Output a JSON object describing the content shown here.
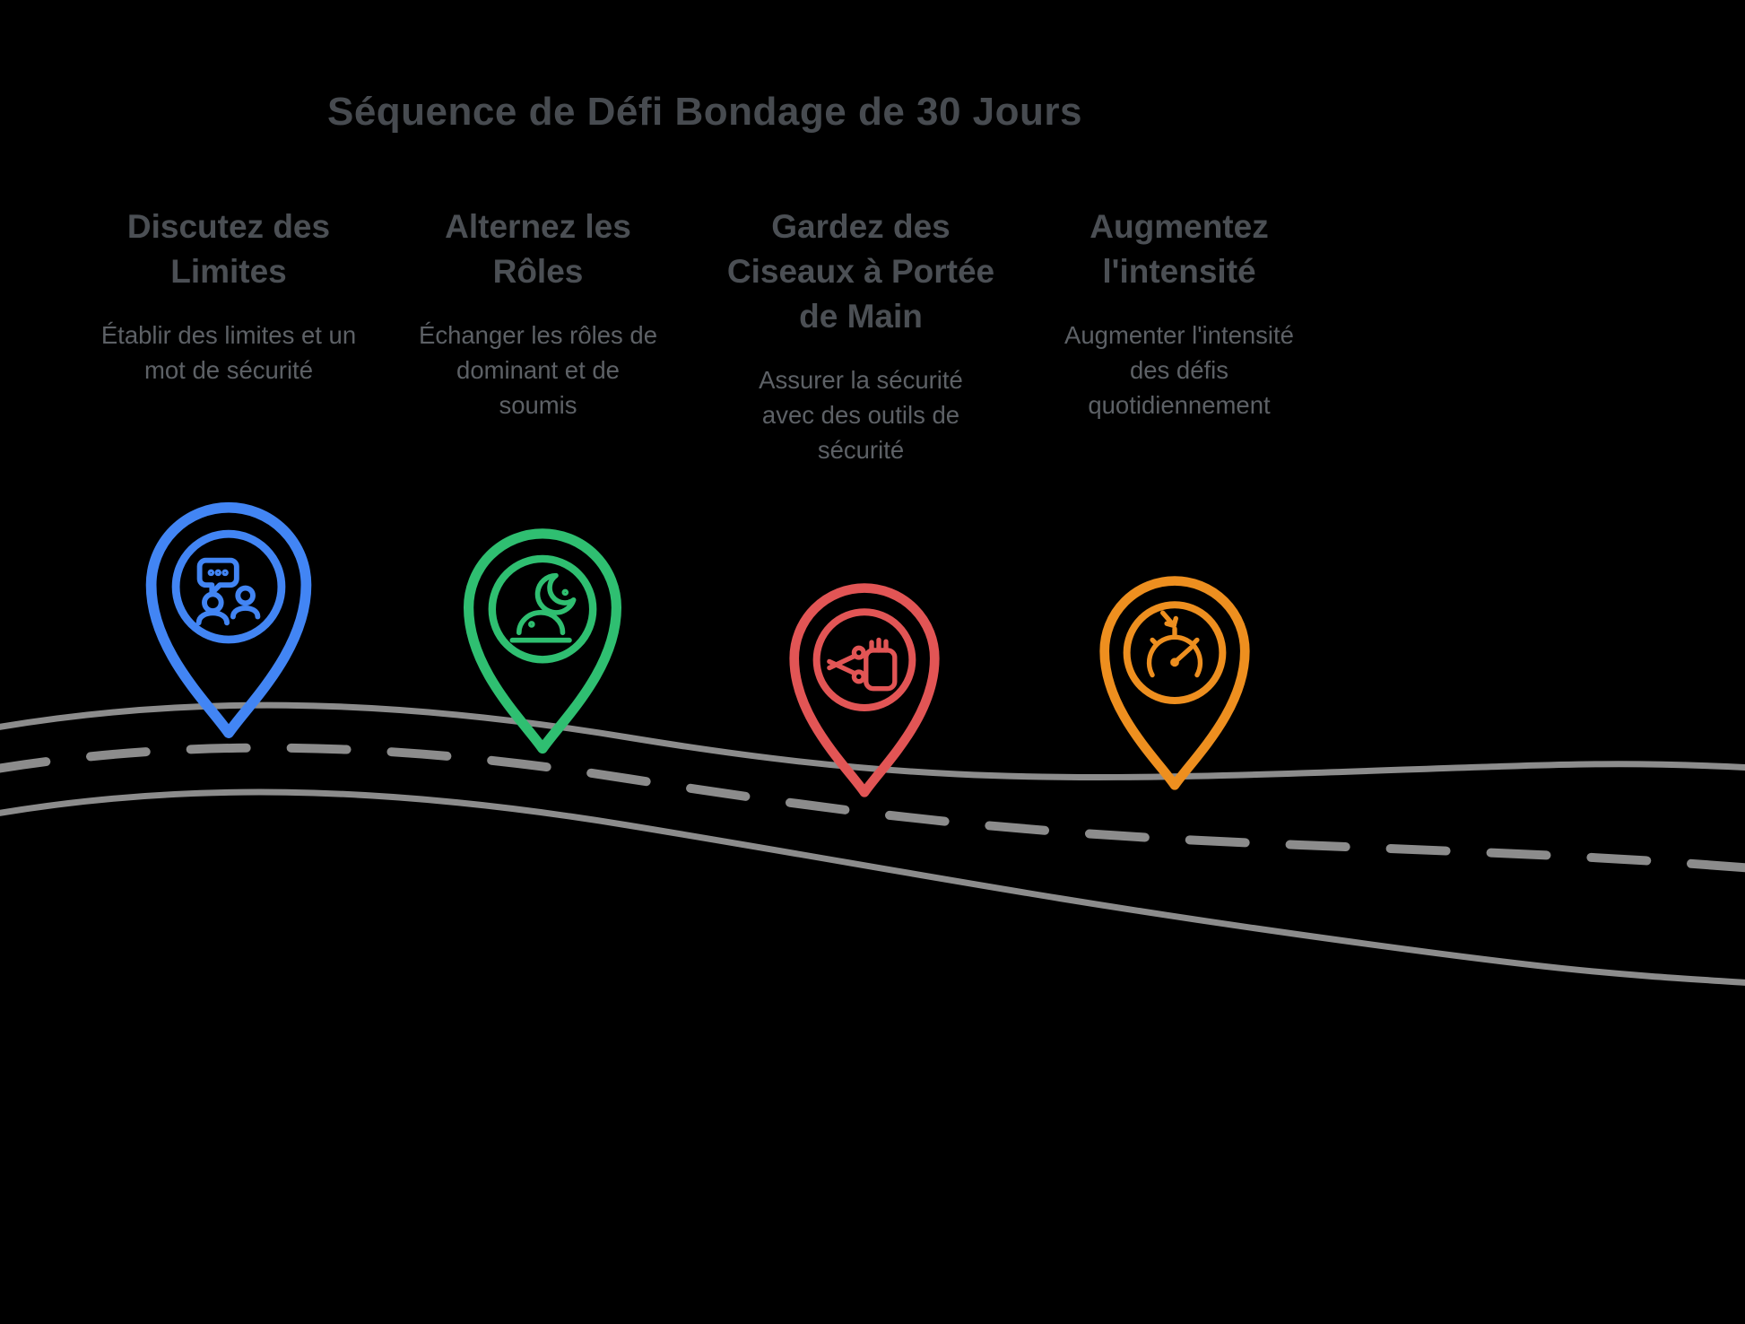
{
  "title": "Séquence de Défi Bondage de 30 Jours",
  "steps": [
    {
      "heading": "Discutez des Limites",
      "description": "Établir des limites et un mot de sécurité",
      "color": "#4285f4",
      "icon": "chat-people-icon"
    },
    {
      "heading": "Alternez les Rôles",
      "description": "Échanger les rôles de dominant et de soumis",
      "color": "#2fbf71",
      "icon": "theater-masks-icon"
    },
    {
      "heading": "Gardez des Ciseaux à Portée de Main",
      "description": "Assurer la sécurité avec des outils de sécurité",
      "color": "#e25555",
      "icon": "scissors-hand-icon"
    },
    {
      "heading": "Augmentez l'intensité",
      "description": "Augmenter l'intensité des défis quotidiennement",
      "color": "#ee8f1f",
      "icon": "gauge-icon"
    }
  ],
  "road": {
    "line_color": "#8c8c8c"
  }
}
